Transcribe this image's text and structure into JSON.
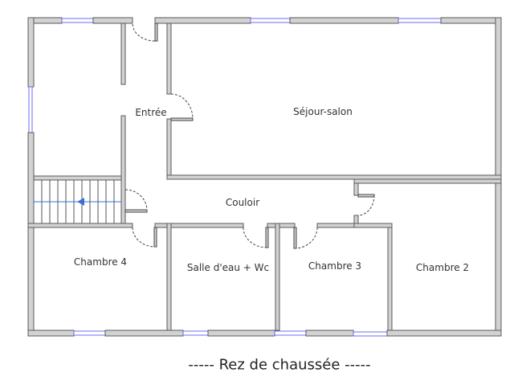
{
  "plan": {
    "caption_dashes_left": "-----",
    "caption": "Rez de chaussée",
    "caption_dashes_right": "-----",
    "rooms": {
      "entree": "Entrée",
      "sejour": "Séjour-salon",
      "couloir": "Couloir",
      "chambre4": "Chambre 4",
      "salle_eau": "Salle d'eau + Wc",
      "chambre3": "Chambre 3",
      "chambre2": "Chambre 2"
    },
    "colors": {
      "wall": "#d2d2d2",
      "window": "#6b6bf0",
      "stair_arrow": "#3a6fd8"
    }
  }
}
